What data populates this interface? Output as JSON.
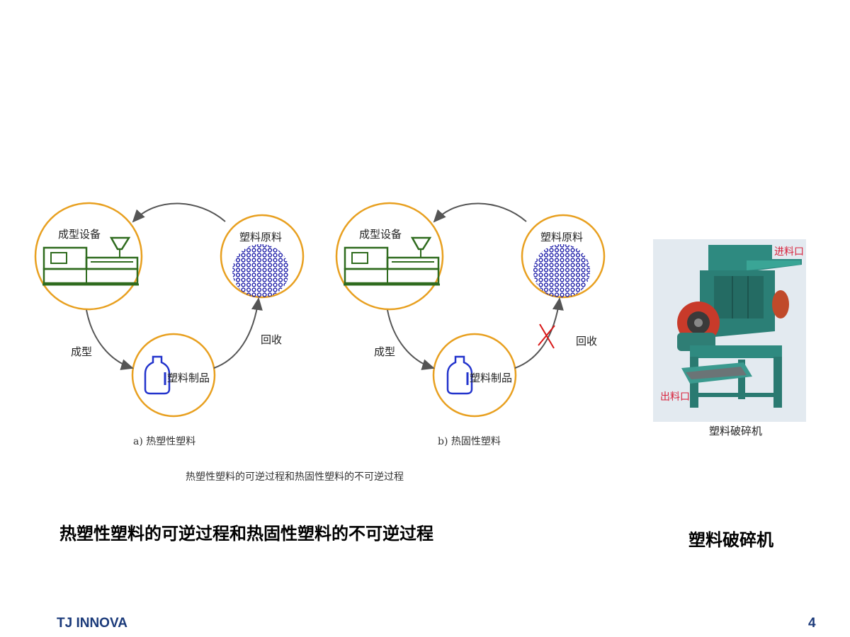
{
  "diagram": {
    "panel_a": {
      "equipment": "成型设备",
      "raw_material": "塑料原料",
      "product": "塑料制品",
      "forming": "成型",
      "recycle": "回收",
      "caption": "a) 热塑性塑料"
    },
    "panel_b": {
      "equipment": "成型设备",
      "raw_material": "塑料原料",
      "product": "塑料制品",
      "forming": "成型",
      "recycle": "回收",
      "caption": "b) 热固性塑料"
    },
    "figure_caption": "热塑性塑料的可逆过程和热固性塑料的不可逆过程",
    "colors": {
      "circle": "#e8a020",
      "machine": "#2f6b1e",
      "pellets": "#1c1ca8",
      "bottle": "#2233cc",
      "cross": "#d81818"
    }
  },
  "photo": {
    "inlet_label": "进料口",
    "outlet_label": "出料口",
    "caption": "塑料破碎机"
  },
  "captions": {
    "left": "热塑性塑料的可逆过程和热固性塑料的不可逆过程",
    "right": "塑料破碎机"
  },
  "footer": {
    "brand": "TJ INNOVA",
    "page": "4"
  }
}
